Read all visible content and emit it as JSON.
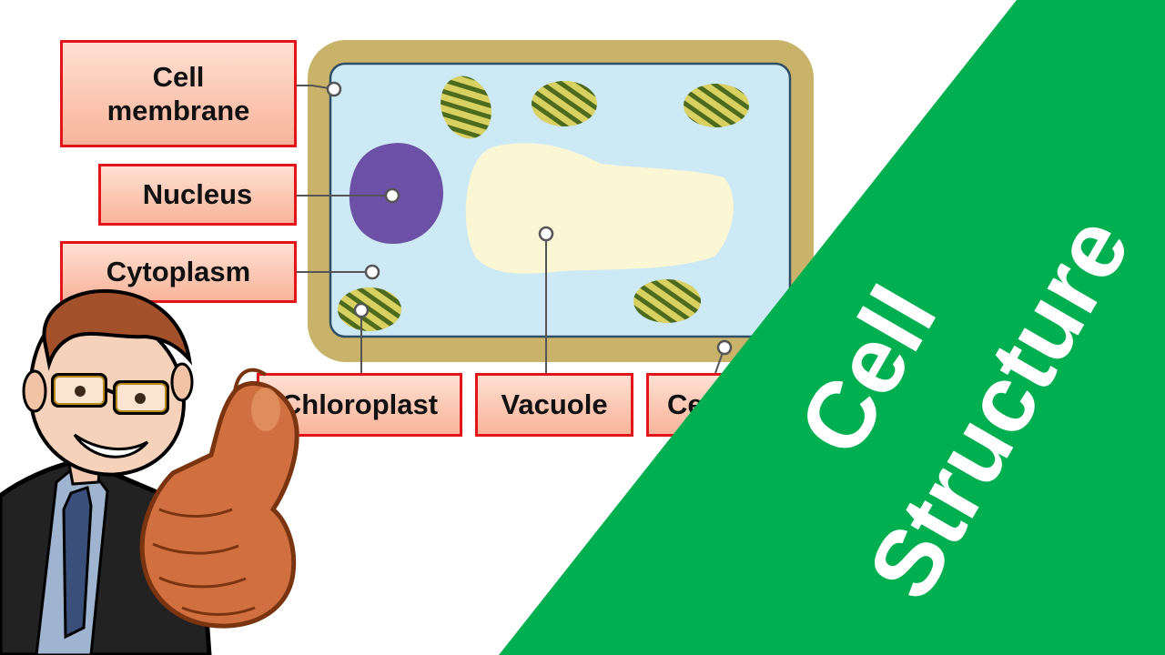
{
  "labels": {
    "cell_membrane": {
      "line1": "Cell",
      "line2": "membrane"
    },
    "nucleus": "Nucleus",
    "cytoplasm": "Cytoplasm",
    "chloroplast": "Chloroplast",
    "vacuole": "Vacuole",
    "cell_wall": "Cell wall"
  },
  "banner": {
    "line1": "Cell",
    "line2": "Structure"
  },
  "colors": {
    "banner": "#00b050",
    "cell_wall": "#c9b36a",
    "cytoplasm": "#cde9f6",
    "nucleus": "#6d51a6",
    "vacuole": "#fbf6d3",
    "chloroplast_fill": "#d8d060",
    "chloroplast_stripes": "#4c6b1e",
    "label_border": "#e3141a",
    "label_fill": "#fbc7b2"
  }
}
